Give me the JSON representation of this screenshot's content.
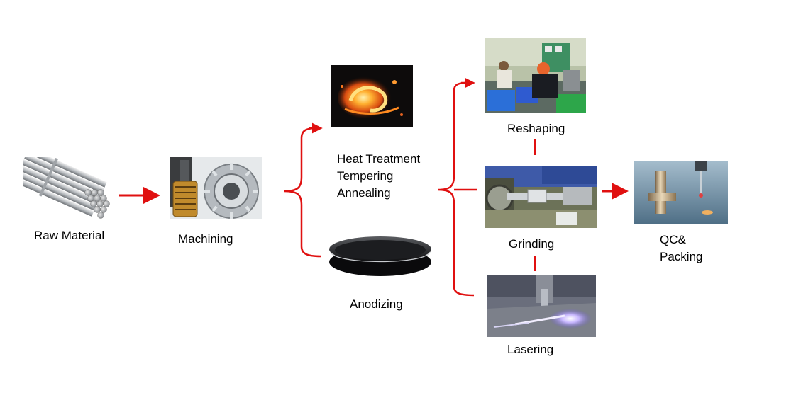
{
  "colors": {
    "connector": "#e01010",
    "background": "#ffffff"
  },
  "steps": {
    "raw_material": {
      "label": "Raw Material",
      "image": "steel-bar-bundle"
    },
    "machining": {
      "label": "Machining",
      "image": "machined-gear"
    },
    "heat_treatment": {
      "lines": [
        "Heat Treatment",
        "Tempering",
        "Annealing"
      ],
      "image": "glowing-hot-metal"
    },
    "anodizing": {
      "label": "Anodizing",
      "image": "black-anodized-pan"
    },
    "reshaping": {
      "label": "Reshaping",
      "image": "workers-at-machines"
    },
    "grinding": {
      "label": "Grinding",
      "image": "grinding-machine"
    },
    "lasering": {
      "label": "Lasering",
      "image": "laser-cutting"
    },
    "qc_packing": {
      "lines": [
        "QC&",
        "Packing"
      ],
      "image": "precision-measurement-probe"
    }
  }
}
